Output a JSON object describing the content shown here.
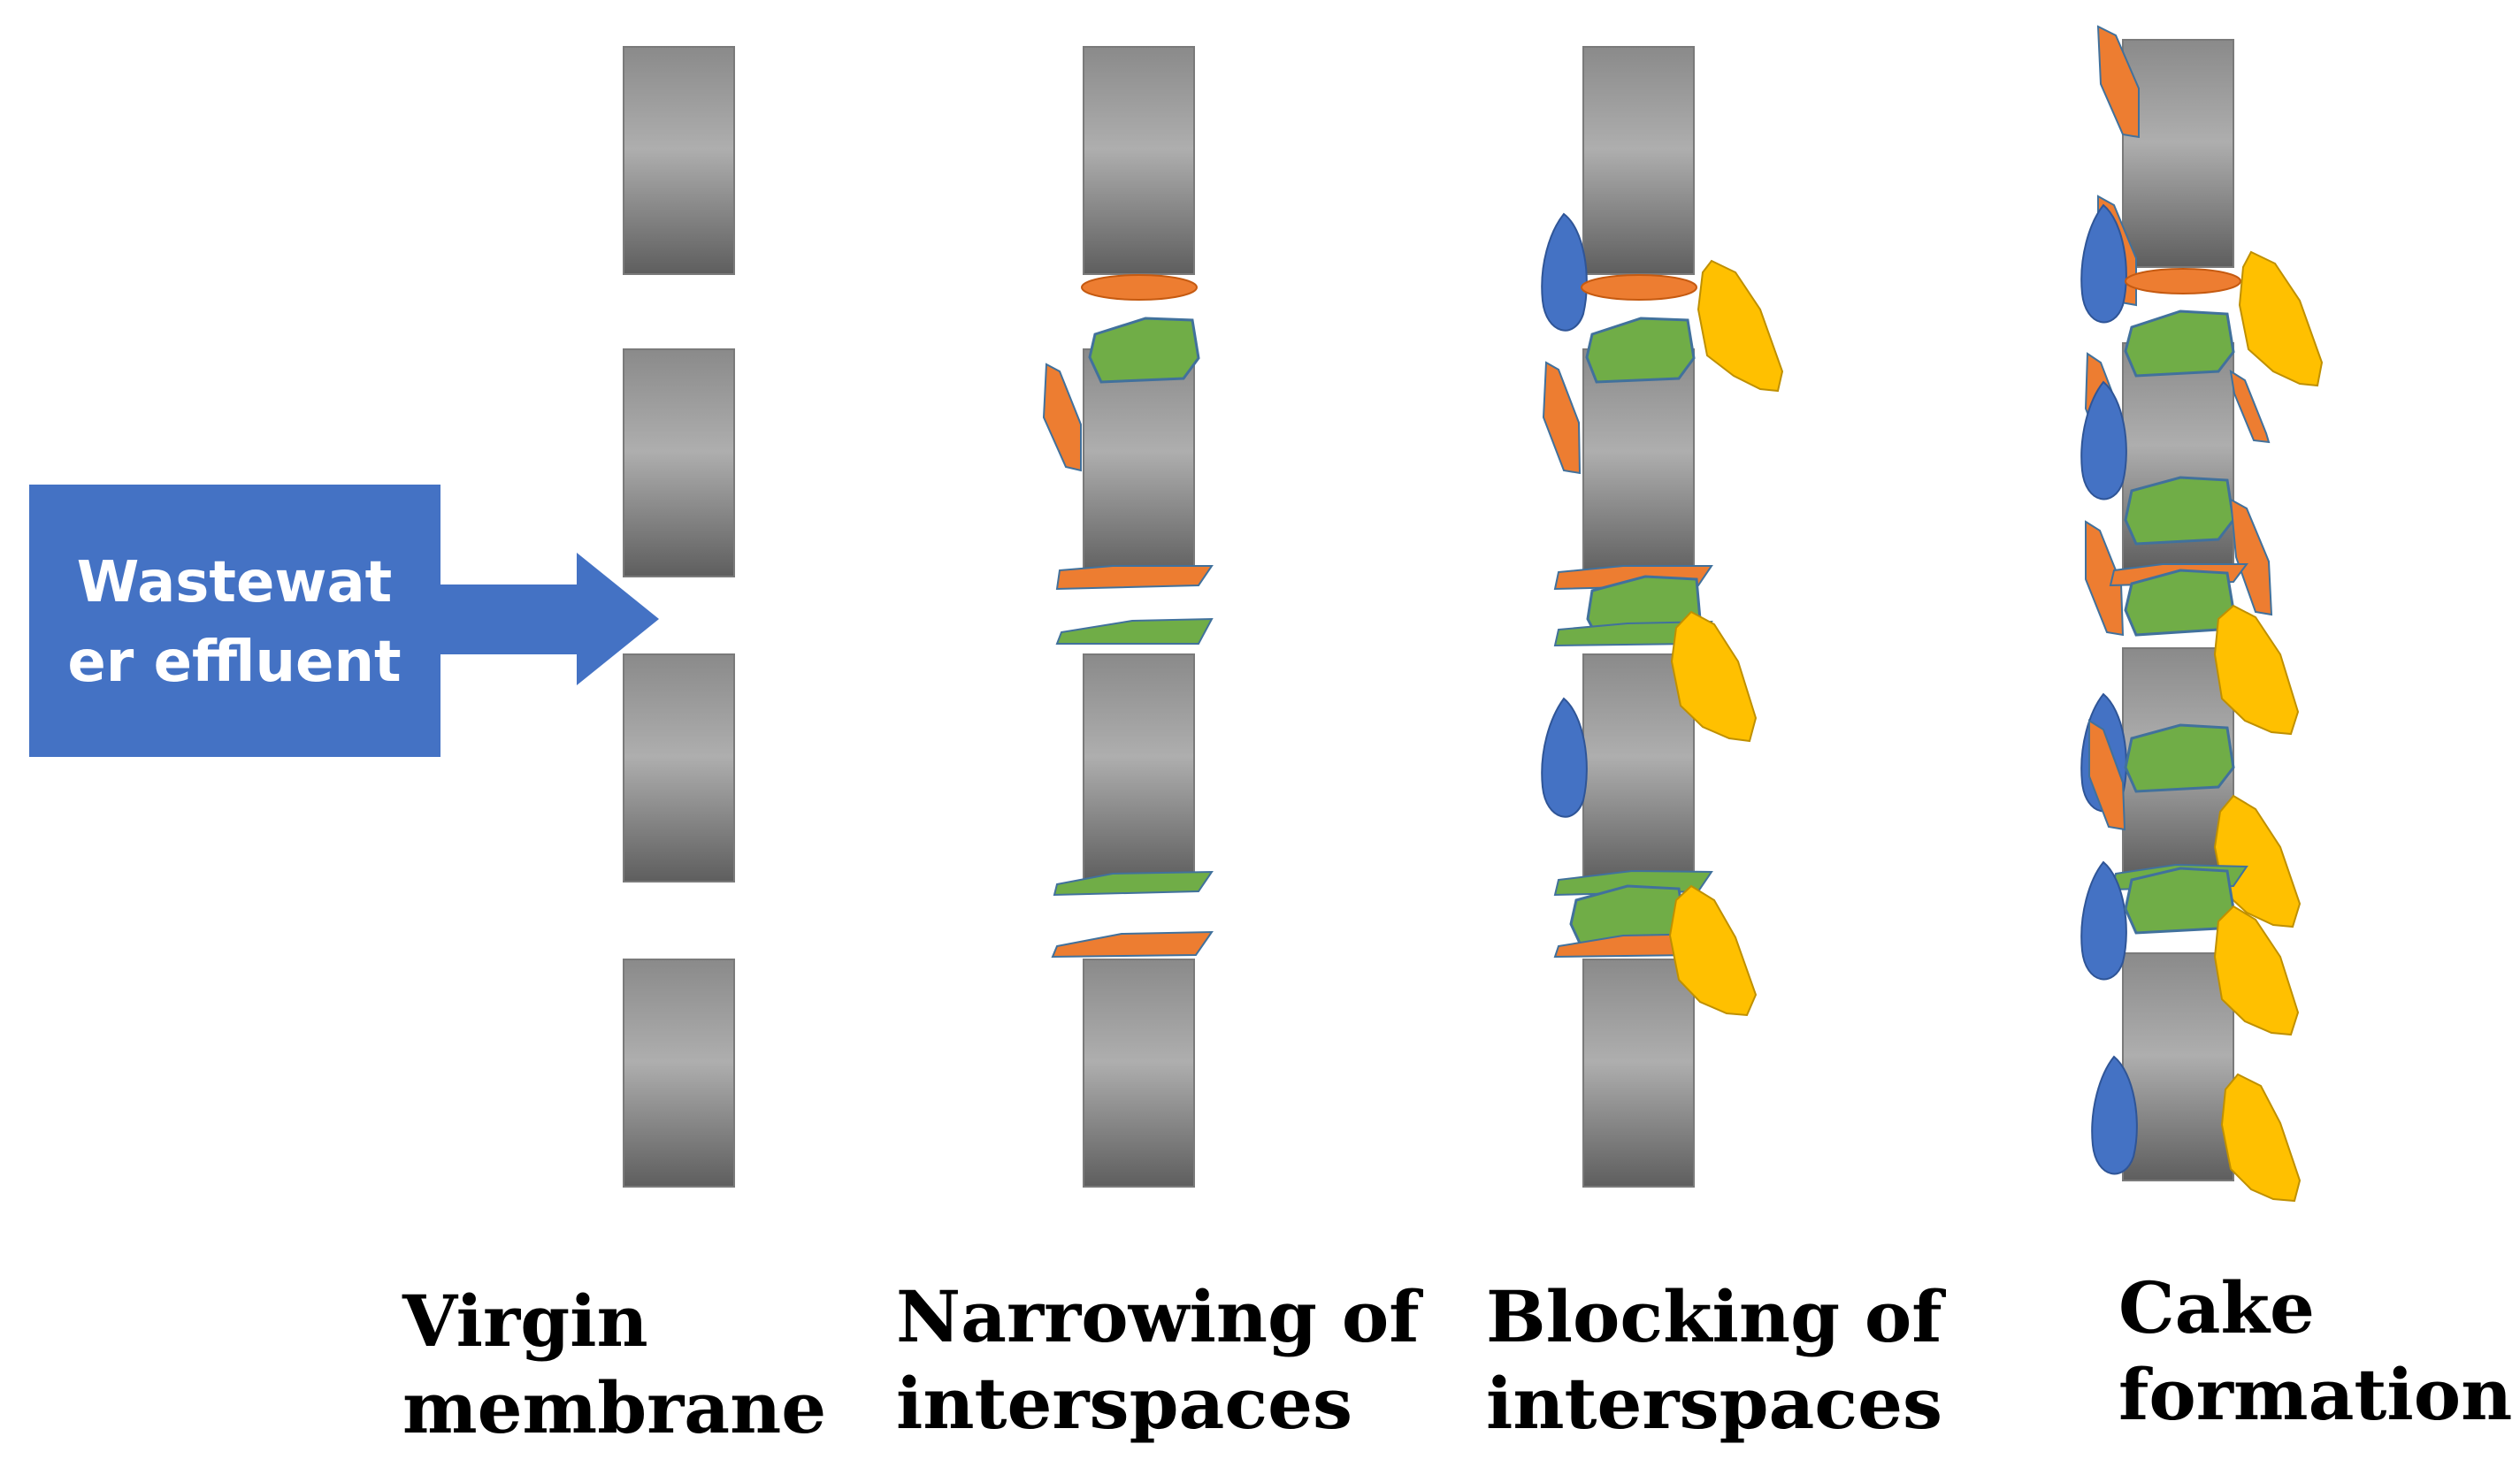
{
  "arrow": {
    "line1": "Wastewat",
    "line2": "er effluent",
    "color": "#4472C4"
  },
  "stages": [
    {
      "line1": "Virgin",
      "line2": "membrane"
    },
    {
      "line1": "Narrowing of",
      "line2": "interspaces"
    },
    {
      "line1": "Blocking of",
      "line2": "interspaces"
    },
    {
      "line1": "Cake",
      "line2": "formation"
    }
  ],
  "colors": {
    "membrane_top": "#8a8a8a",
    "membrane_mid": "#aeaeae",
    "membrane_bottom": "#5e5e5e",
    "orange": "#ED7D31",
    "green": "#70AD47",
    "blue": "#4472C4",
    "yellow": "#FFC000"
  }
}
